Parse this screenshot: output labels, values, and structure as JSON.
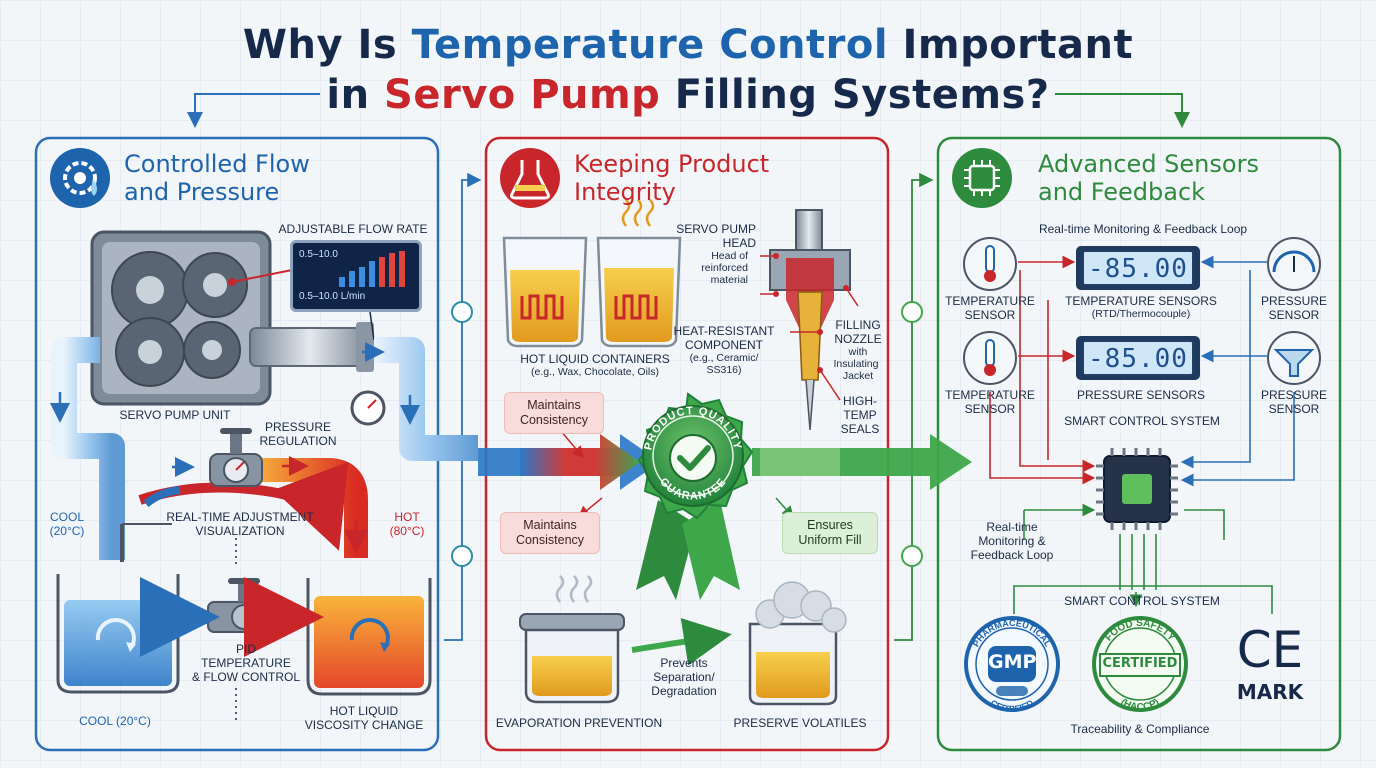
{
  "title": {
    "line1_a": "Why Is ",
    "line1_b": "Temperature Control",
    "line1_c": " Important",
    "line2_a": "in ",
    "line2_b": "Servo Pump",
    "line2_c": " Filling Systems?"
  },
  "colors": {
    "blue": "#1d64ad",
    "red": "#c8262a",
    "green": "#2e8b3e",
    "navy": "#17294a"
  },
  "panel_left": {
    "title_line1": "Controlled Flow",
    "title_line2": "and Pressure",
    "icon": "gear-droplet-icon",
    "adjustable_flow_rate": "ADJUSTABLE FLOW RATE",
    "screen_range_top": "0.5–10.0",
    "screen_range_bottom": "0.5–10.0 L/min",
    "servo_pump_unit": "SERVO PUMP UNIT",
    "pressure_regulation_1": "PRESSURE",
    "pressure_regulation_2": "REGULATION",
    "cool_side_1": "COOL",
    "cool_side_2": "(20°C)",
    "hot_1": "HOT",
    "hot_2": "(80°C)",
    "realtime_1": "REAL-TIME ADJUSTMENT",
    "realtime_2": "VISUALIZATION",
    "pid_1": "PID",
    "pid_2": "TEMPERATURE",
    "pid_3": "& FLOW CONTROL",
    "cool_bottom": "COOL (20°C)",
    "hot_liquid_1": "HOT LIQUID",
    "hot_liquid_2": "VISCOSITY CHANGE"
  },
  "panel_mid": {
    "title_line1": "Keeping Product",
    "title_line2": "Integrity",
    "icon": "flask-icon",
    "containers_1": "HOT LIQUID CONTAINERS",
    "containers_2": "(e.g., Wax, Chocolate, Oils)",
    "servo_head_1": "SERVO PUMP",
    "servo_head_2": "HEAD",
    "servo_head_3": "Head of",
    "servo_head_4": "reinforced",
    "servo_head_5": "material",
    "heat_1": "HEAT-RESISTANT",
    "heat_2": "COMPONENT",
    "heat_3": "(e.g., Ceramic/",
    "heat_4": "SS316)",
    "filling_1": "FILLING",
    "filling_2": "NOZZLE",
    "filling_3": "with",
    "filling_4": "Insulating",
    "filling_5": "Jacket",
    "seals_1": "HIGH-",
    "seals_2": "TEMP",
    "seals_3": "SEALS",
    "maintains_1_a": "Maintains",
    "maintains_1_b": "Consistency",
    "maintains_2_a": "Maintains",
    "maintains_2_b": "Consistency",
    "ensures_a": "Ensures",
    "ensures_b": "Uniform Fill",
    "seal_top": "PRODUCT QUALITY",
    "seal_bottom": "GUARANTEE",
    "prevents_1": "Prevents",
    "prevents_2": "Separation/",
    "prevents_3": "Degradation",
    "evaporation": "EVAPORATION PREVENTION",
    "volatiles": "PRESERVE VOLATILES"
  },
  "panel_right": {
    "title_line1": "Advanced Sensors",
    "title_line2": "and Feedback",
    "icon": "chip-icon",
    "loop_title": "Real-time Monitoring & Feedback Loop",
    "temp_sensor_a_1": "TEMPERATURE",
    "temp_sensor_a_2": "SENSOR",
    "temp_sensors_1": "TEMPERATURE SENSORS",
    "temp_sensors_2": "(RTD/Thermocouple)",
    "display_1": "-85.00",
    "display_2": "-85.00",
    "pressure_sensor_a_1": "PRESSURE",
    "pressure_sensor_a_2": "SENSOR",
    "temp_sensor_b_1": "TEMPERATURE",
    "temp_sensor_b_2": "SENSOR",
    "pressure_sensors": "PRESSURE SENSORS",
    "pressure_sensor_b_1": "PRESSURE",
    "pressure_sensor_b_2": "SENSOR",
    "smart_control_1": "SMART CONTROL SYSTEM",
    "loop_side_1": "Real-time",
    "loop_side_2": "Monitoring &",
    "loop_side_3": "Feedback Loop",
    "smart_control_2": "SMART CONTROL SYSTEM",
    "gmp_top": "PHARMACEUTICAL",
    "gmp_mid": "GMP",
    "gmp_bottom": "CERTIFIED",
    "food_top": "FOOD SAFETY",
    "food_mid": "CERTIFIED",
    "food_bottom": "(HACCP)",
    "ce": "CE",
    "ce_mark": "MARK",
    "traceability": "Traceability & Compliance"
  }
}
